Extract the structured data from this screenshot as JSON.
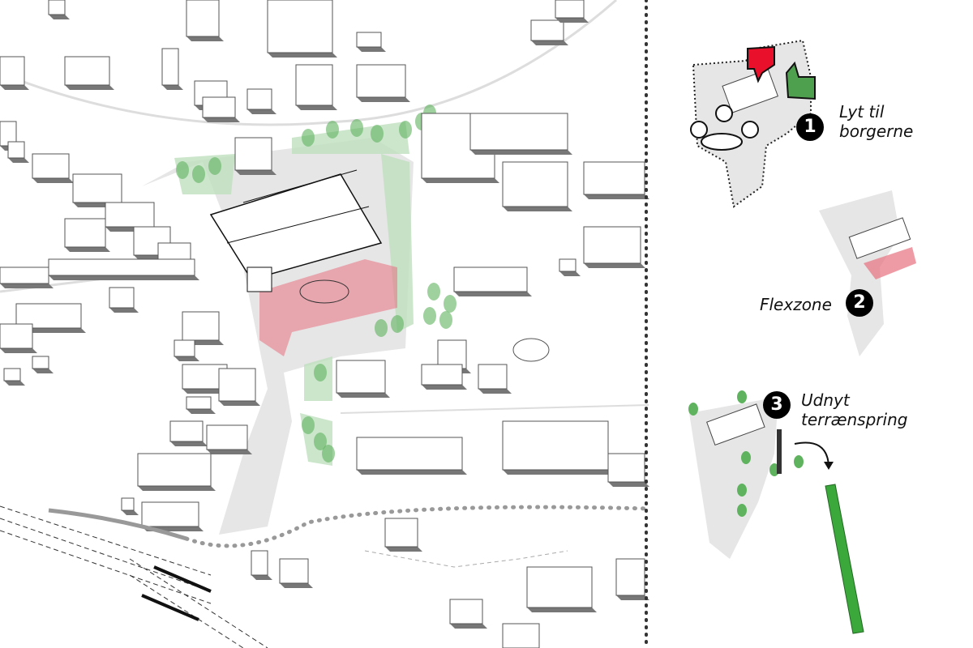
{
  "steps": [
    {
      "number": "1",
      "line1": "Lyt til",
      "line2": "borgerne"
    },
    {
      "number": "2",
      "line1": "Flexzone"
    },
    {
      "number": "3",
      "line1": "Udnyt",
      "line2": "terrænspring"
    }
  ],
  "colors": {
    "road": "#e6e6e6",
    "green": "#5fb35f",
    "plaza": "#e8707f",
    "thumbs_down": "#e8102a",
    "thumbs_up": "#4ea04e"
  }
}
